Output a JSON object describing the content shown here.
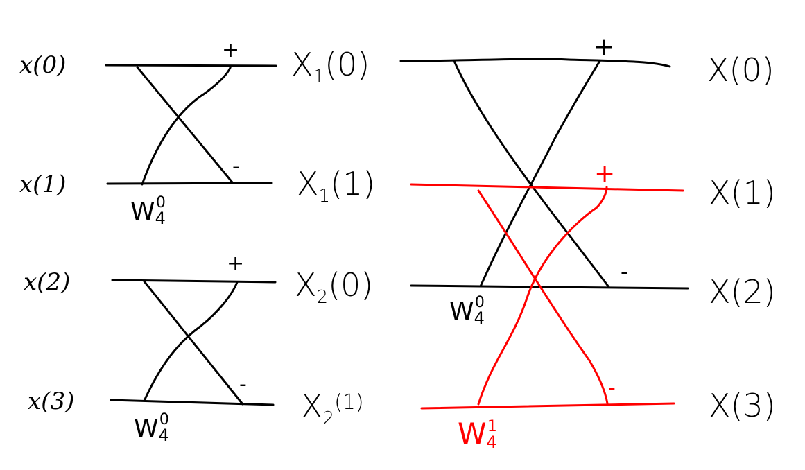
{
  "inputs": [
    "x(0)",
    "x(1)",
    "x(2)",
    "x(3)"
  ],
  "stage1_outputs": [
    {
      "base": "X",
      "sub": "1",
      "arg": "(0)"
    },
    {
      "base": "X",
      "sub": "1",
      "arg": "(1)"
    },
    {
      "base": "X",
      "sub": "2",
      "arg": "(0)"
    },
    {
      "base": "X",
      "sub": "2",
      "arg": "(1)"
    }
  ],
  "final_outputs": [
    "X(0)",
    "X(1)",
    "X(2)",
    "X(3)"
  ],
  "twiddles": {
    "stage1_top": {
      "base": "W",
      "sub": "4",
      "sup": "0"
    },
    "stage1_bottom": {
      "base": "W",
      "sub": "4",
      "sup": "0"
    },
    "stage2_black": {
      "base": "W",
      "sub": "4",
      "sup": "0"
    },
    "stage2_red": {
      "base": "W",
      "sub": "4",
      "sup": "1"
    }
  },
  "signs": {
    "plus": "+",
    "minus": "-"
  },
  "colors": {
    "ink": "#000000",
    "highlight": "#ff0000"
  }
}
